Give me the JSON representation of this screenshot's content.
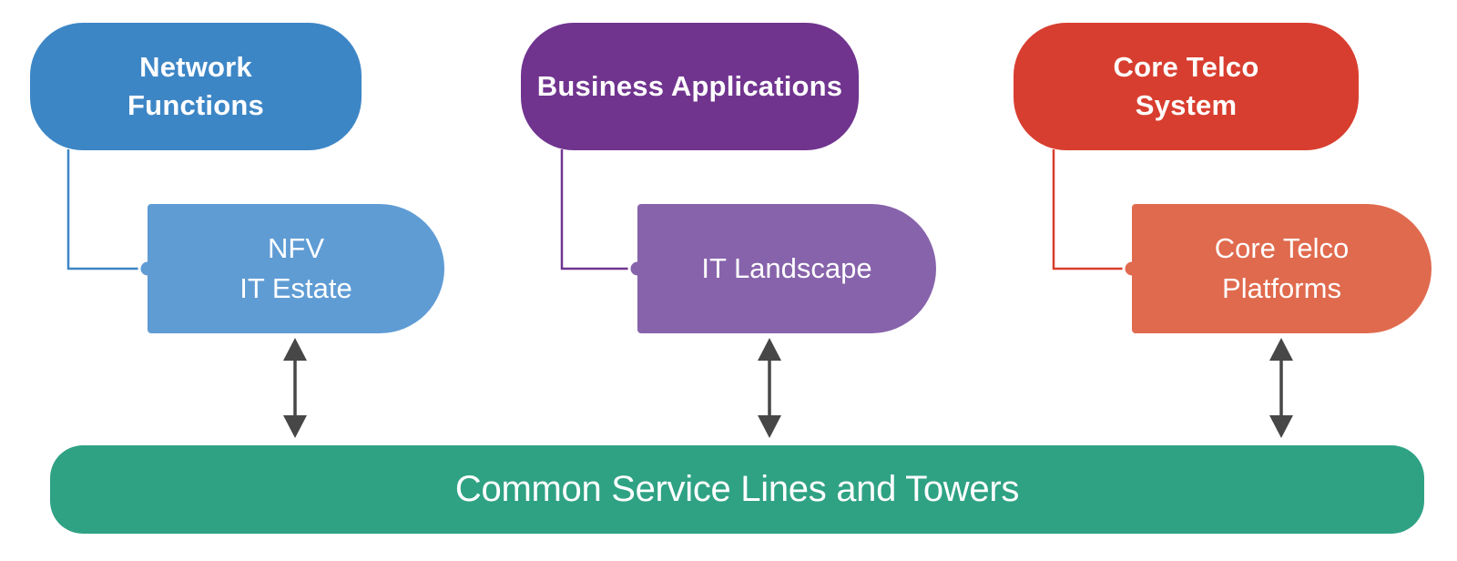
{
  "canvas": {
    "background": "#ffffff"
  },
  "columns": [
    {
      "id": "network-functions",
      "top_label": "Network\nFunctions",
      "mid_label": "NFV\nIT Estate",
      "top_color": "#3d86c6",
      "mid_color": "#5f9cd4",
      "line_color": "#3d86c6"
    },
    {
      "id": "business-applications",
      "top_label": "Business Applications",
      "mid_label": "IT Landscape",
      "top_color": "#70348f",
      "mid_color": "#8763ab",
      "line_color": "#70348f"
    },
    {
      "id": "core-telco",
      "top_label": "Core Telco\nSystem",
      "mid_label": "Core Telco\nPlatforms",
      "top_color": "#d83e2f",
      "mid_color": "#e06a4e",
      "line_color": "#d83e2f"
    }
  ],
  "bottom_bar": {
    "label": "Common Service Lines and Towers",
    "color": "#2fa284"
  },
  "arrow_color": "#474747",
  "dot_stroke_color": "#ffffff",
  "text_color": "#ffffff"
}
